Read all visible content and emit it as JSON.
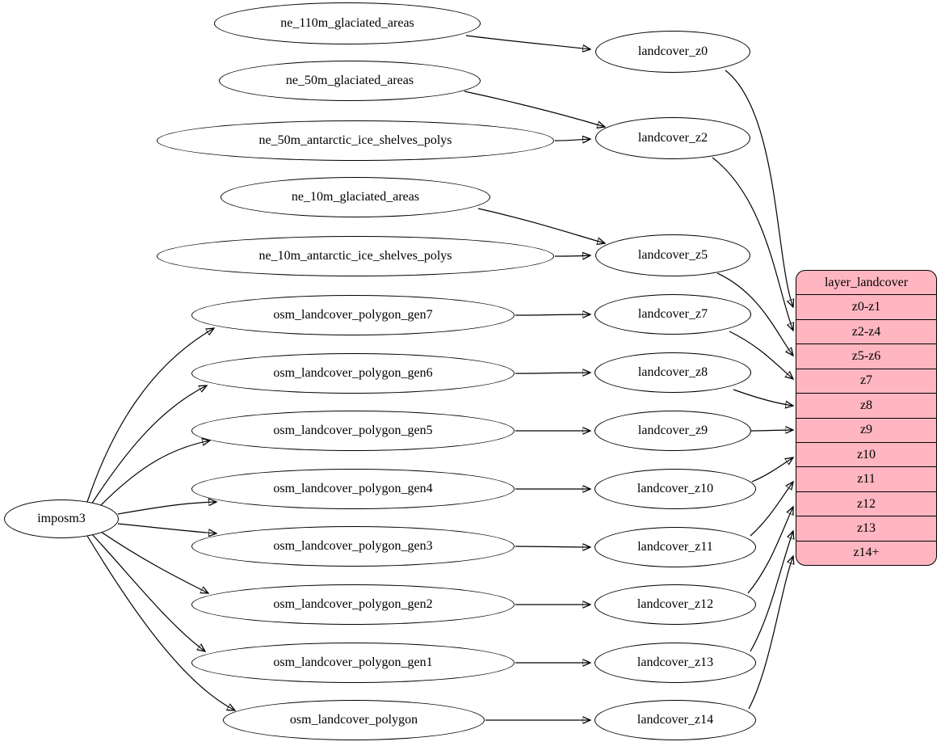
{
  "nodes": {
    "imposm3": "imposm3",
    "ne_110m_glaciated_areas": "ne_110m_glaciated_areas",
    "ne_50m_glaciated_areas": "ne_50m_glaciated_areas",
    "ne_50m_antarctic_ice_shelves_polys": "ne_50m_antarctic_ice_shelves_polys",
    "ne_10m_glaciated_areas": "ne_10m_glaciated_areas",
    "ne_10m_antarctic_ice_shelves_polys": "ne_10m_antarctic_ice_shelves_polys",
    "osm_landcover_polygon_gen7": "osm_landcover_polygon_gen7",
    "osm_landcover_polygon_gen6": "osm_landcover_polygon_gen6",
    "osm_landcover_polygon_gen5": "osm_landcover_polygon_gen5",
    "osm_landcover_polygon_gen4": "osm_landcover_polygon_gen4",
    "osm_landcover_polygon_gen3": "osm_landcover_polygon_gen3",
    "osm_landcover_polygon_gen2": "osm_landcover_polygon_gen2",
    "osm_landcover_polygon_gen1": "osm_landcover_polygon_gen1",
    "osm_landcover_polygon": "osm_landcover_polygon",
    "landcover_z0": "landcover_z0",
    "landcover_z2": "landcover_z2",
    "landcover_z5": "landcover_z5",
    "landcover_z7": "landcover_z7",
    "landcover_z8": "landcover_z8",
    "landcover_z9": "landcover_z9",
    "landcover_z10": "landcover_z10",
    "landcover_z11": "landcover_z11",
    "landcover_z12": "landcover_z12",
    "landcover_z13": "landcover_z13",
    "landcover_z14": "landcover_z14"
  },
  "record": {
    "title": "layer_landcover",
    "rows": [
      "z0-z1",
      "z2-z4",
      "z5-z6",
      "z7",
      "z8",
      "z9",
      "z10",
      "z11",
      "z12",
      "z13",
      "z14+"
    ]
  },
  "edges": [
    [
      "ne_110m_glaciated_areas",
      "landcover_z0"
    ],
    [
      "ne_50m_glaciated_areas",
      "landcover_z2"
    ],
    [
      "ne_50m_antarctic_ice_shelves_polys",
      "landcover_z2"
    ],
    [
      "ne_10m_glaciated_areas",
      "landcover_z5"
    ],
    [
      "ne_10m_antarctic_ice_shelves_polys",
      "landcover_z5"
    ],
    [
      "imposm3",
      "osm_landcover_polygon_gen7"
    ],
    [
      "imposm3",
      "osm_landcover_polygon_gen6"
    ],
    [
      "imposm3",
      "osm_landcover_polygon_gen5"
    ],
    [
      "imposm3",
      "osm_landcover_polygon_gen4"
    ],
    [
      "imposm3",
      "osm_landcover_polygon_gen3"
    ],
    [
      "imposm3",
      "osm_landcover_polygon_gen2"
    ],
    [
      "imposm3",
      "osm_landcover_polygon_gen1"
    ],
    [
      "imposm3",
      "osm_landcover_polygon"
    ],
    [
      "osm_landcover_polygon_gen7",
      "landcover_z7"
    ],
    [
      "osm_landcover_polygon_gen6",
      "landcover_z8"
    ],
    [
      "osm_landcover_polygon_gen5",
      "landcover_z9"
    ],
    [
      "osm_landcover_polygon_gen4",
      "landcover_z10"
    ],
    [
      "osm_landcover_polygon_gen3",
      "landcover_z11"
    ],
    [
      "osm_landcover_polygon_gen2",
      "landcover_z12"
    ],
    [
      "osm_landcover_polygon_gen1",
      "landcover_z13"
    ],
    [
      "osm_landcover_polygon",
      "landcover_z14"
    ],
    [
      "landcover_z0",
      "layer_landcover:z0-z1"
    ],
    [
      "landcover_z2",
      "layer_landcover:z2-z4"
    ],
    [
      "landcover_z5",
      "layer_landcover:z5-z6"
    ],
    [
      "landcover_z7",
      "layer_landcover:z7"
    ],
    [
      "landcover_z8",
      "layer_landcover:z8"
    ],
    [
      "landcover_z9",
      "layer_landcover:z9"
    ],
    [
      "landcover_z10",
      "layer_landcover:z10"
    ],
    [
      "landcover_z11",
      "layer_landcover:z11"
    ],
    [
      "landcover_z12",
      "layer_landcover:z12"
    ],
    [
      "landcover_z13",
      "layer_landcover:z13"
    ],
    [
      "landcover_z14",
      "layer_landcover:z14+"
    ]
  ],
  "colors": {
    "record_fill": "#ffb6c1",
    "node_fill": "#ffffff",
    "stroke": "#000000"
  }
}
